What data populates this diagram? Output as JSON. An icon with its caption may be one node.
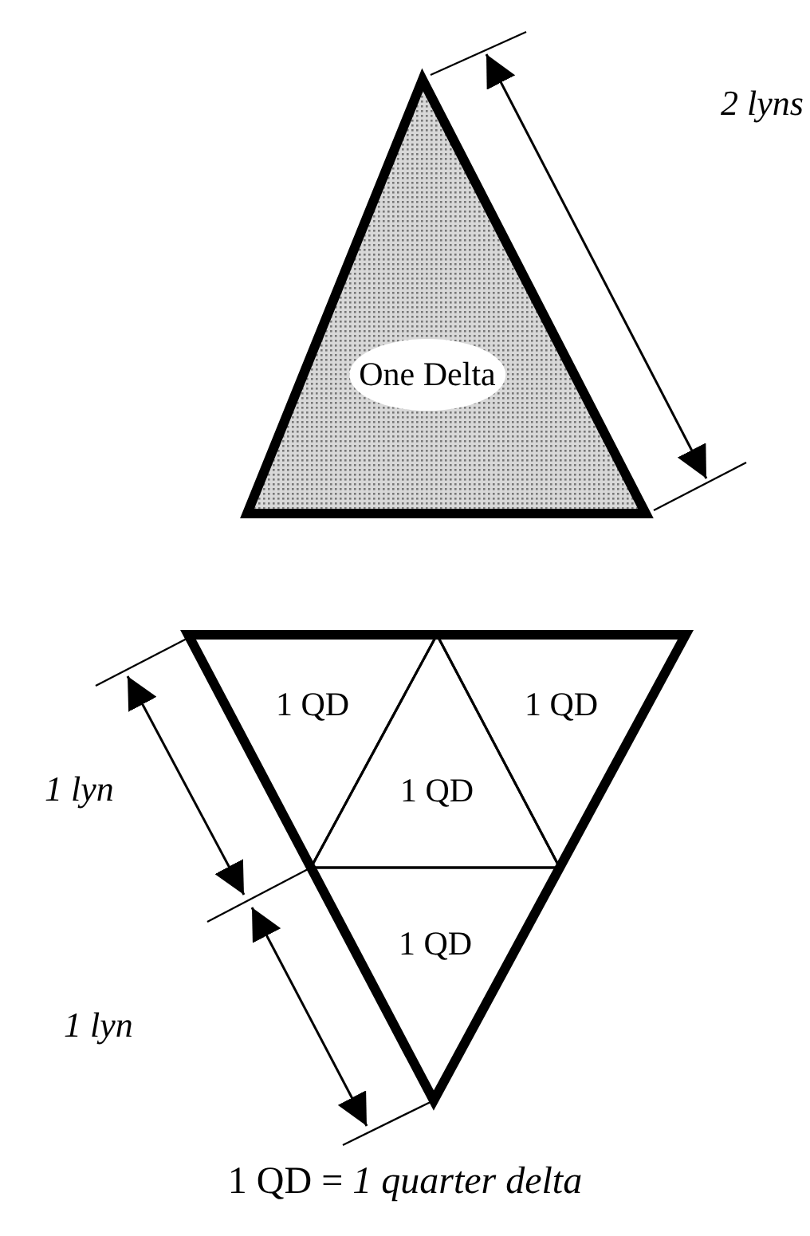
{
  "diagram": {
    "caption": "1 QD = *1 quarter delta*",
    "nodes": [
      {
        "text": [
          "One Delta"
        ]
      },
      {
        "text": [],
        "shape": "triangle"
      },
      {
        "text": [
          "1 QD"
        ],
        "in": 1
      },
      {
        "text": [
          "1 QD"
        ],
        "in": 1
      },
      {
        "text": [
          "1 QD"
        ],
        "in": 1
      },
      {
        "text": [
          "1 QD"
        ],
        "in": 1
      }
    ],
    "labels": [
      "2 lyns",
      "1 lyn",
      "1 lyn"
    ]
  }
}
